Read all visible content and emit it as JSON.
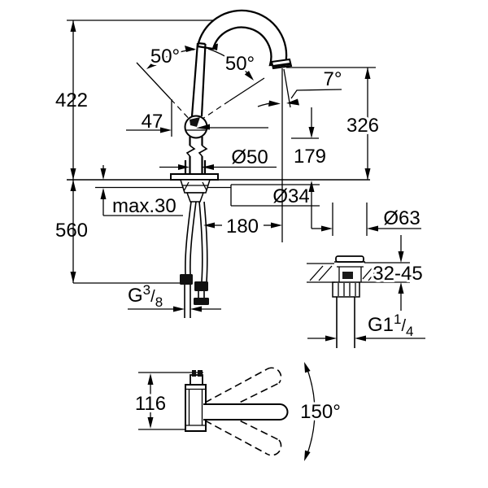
{
  "colors": {
    "background": "#ffffff",
    "ink": "#000000"
  },
  "front_view": {
    "labels": {
      "overall_height": "422",
      "hose_drop": "560",
      "lever_offset": "47",
      "lever_angle_back": "50°",
      "lever_angle_front": "50°",
      "spray_angle": "7°",
      "spout_height": "326",
      "outlet_height": "179",
      "body_diameter": "Ø50",
      "hole_diameter": "Ø34",
      "max_counter_thickness": "max.30",
      "spout_reach": "180",
      "supply_thread": {
        "prefix": "G",
        "sup": "3",
        "slash": "/",
        "sub": "8"
      }
    }
  },
  "waste_view": {
    "labels": {
      "flange_diameter": "Ø63",
      "counter_thickness_range": "32-45",
      "waste_thread": {
        "prefix": "G1",
        "sup": "1",
        "slash": "/",
        "sub": "4"
      }
    }
  },
  "top_view": {
    "labels": {
      "body_height": "116",
      "swivel_angle": "150°"
    }
  }
}
